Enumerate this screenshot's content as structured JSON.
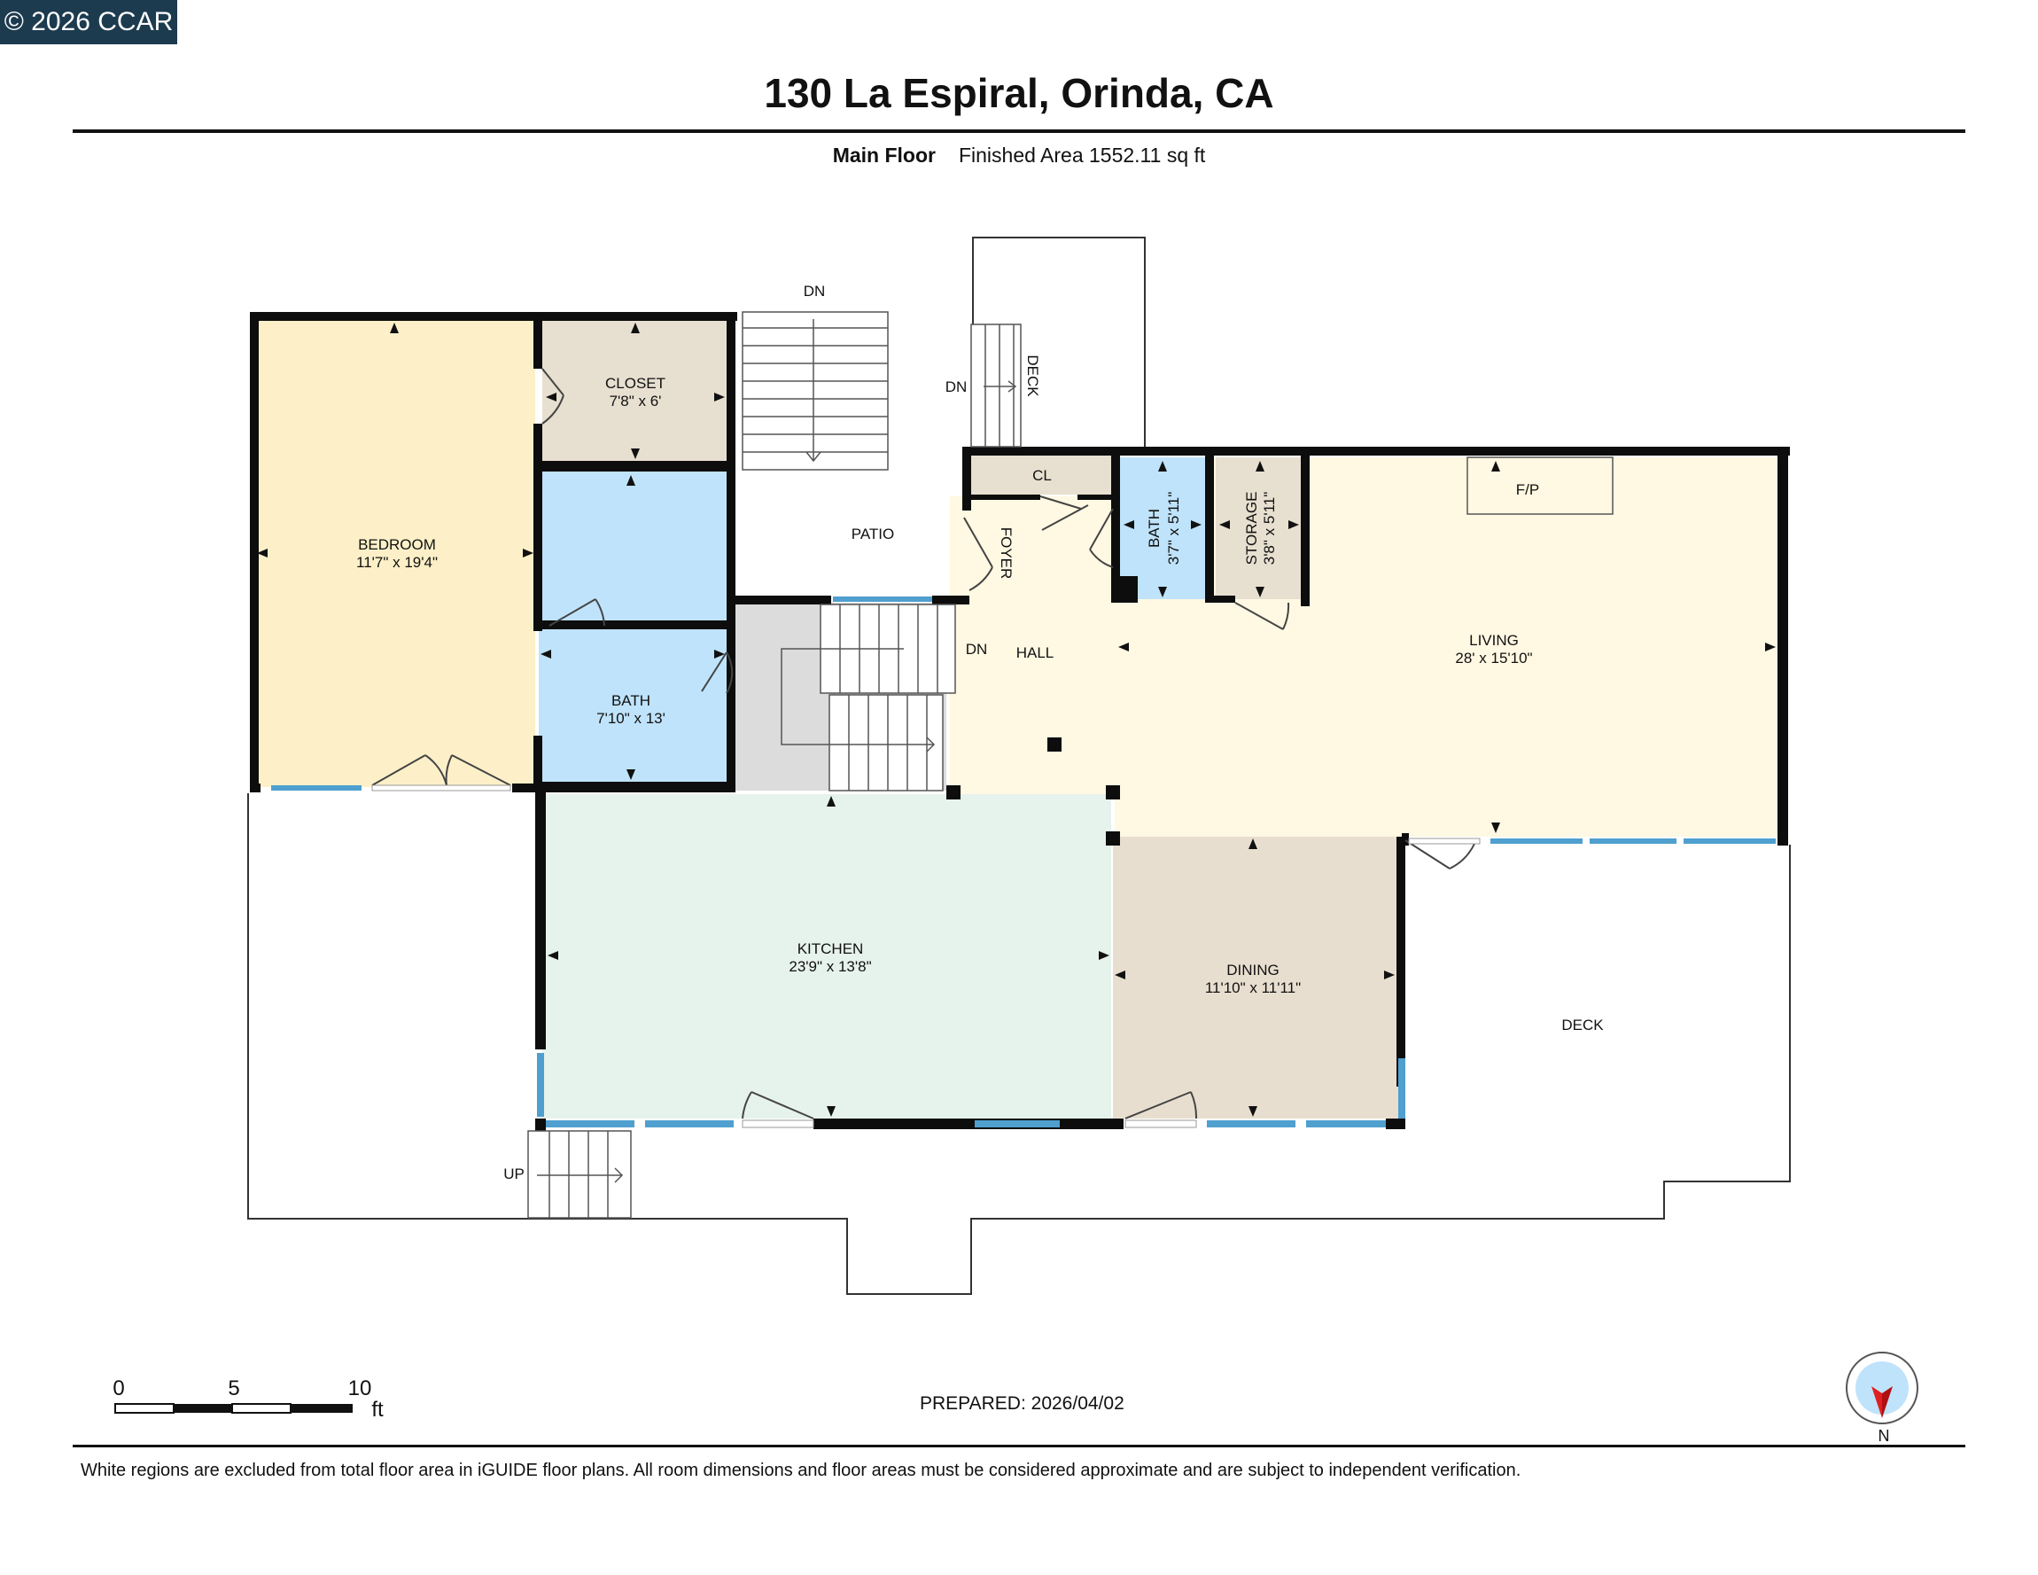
{
  "badge": "© 2026 CCAR",
  "title": "130 La Espiral, Orinda, CA",
  "floor_label": "Main Floor",
  "finished_area": "Finished Area 1552.11 sq ft",
  "prepared": "PREPARED: 2026/04/02",
  "disclaimer": "White regions are excluded from total floor area in iGUIDE floor plans. All room dimensions and floor areas must be considered approximate and are subject to independent verification.",
  "rooms": {
    "bedroom": {
      "name": "BEDROOM",
      "dims": "11'7\" x 19'4\""
    },
    "closet": {
      "name": "CLOSET",
      "dims": "7'8\" x 6'"
    },
    "bath_left": {
      "name": "BATH",
      "dims": "7'10\" x 13'"
    },
    "patio": {
      "name": "PATIO"
    },
    "cl": {
      "name": "CL"
    },
    "foyer": {
      "name": "FOYER"
    },
    "bath_small": {
      "name": "BATH",
      "dims": "3'7\" x 5'11\""
    },
    "storage": {
      "name": "STORAGE",
      "dims": "3'8\" x 5'11\""
    },
    "fp": {
      "name": "F/P"
    },
    "living": {
      "name": "LIVING",
      "dims": "28' x 15'10\""
    },
    "hall": {
      "name": "HALL"
    },
    "kitchen": {
      "name": "KITCHEN",
      "dims": "23'9\" x 13'8\""
    },
    "dining": {
      "name": "DINING",
      "dims": "11'10\" x 11'11\""
    },
    "deck_right": {
      "name": "DECK"
    },
    "deck_top": {
      "name": "DECK"
    }
  },
  "stairs": {
    "dn_top": "DN",
    "dn_deck": "DN",
    "dn_inner": "DN",
    "up": "UP"
  },
  "scale": {
    "ticks": [
      "0",
      "5",
      "10"
    ],
    "unit": "ft"
  },
  "compass_label": "N",
  "colors": {
    "bedroom": "#fdf0c8",
    "closet": "#e7dfd0",
    "bath": "#bfe3fb",
    "living": "#fff8e2",
    "kitchen": "#e6f2ec",
    "dining": "#e8decf",
    "stairwell": "#dcdcdc",
    "wall": "#0d0d0d",
    "window": "#4f9fcf",
    "compass_needle": "#e02020"
  }
}
